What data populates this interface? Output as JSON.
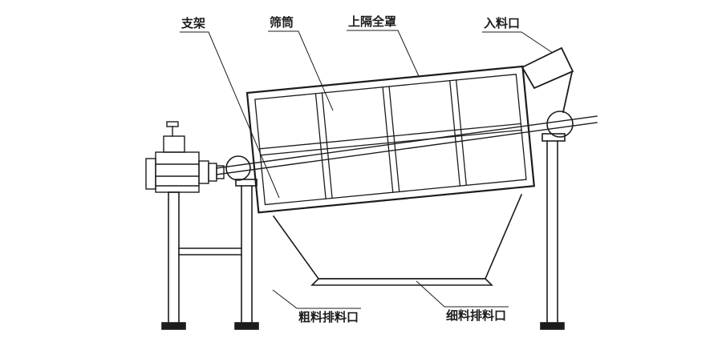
{
  "diagram": {
    "colors": {
      "line": "#1c1c1c",
      "background": "#ffffff"
    },
    "callouts": {
      "support": "支架",
      "screen_drum": "筛筒",
      "upper_cover": "上隔全罩",
      "feed_inlet": "入料口",
      "coarse_discharge": "粗料排料口",
      "fine_discharge": "细料排料口"
    }
  }
}
